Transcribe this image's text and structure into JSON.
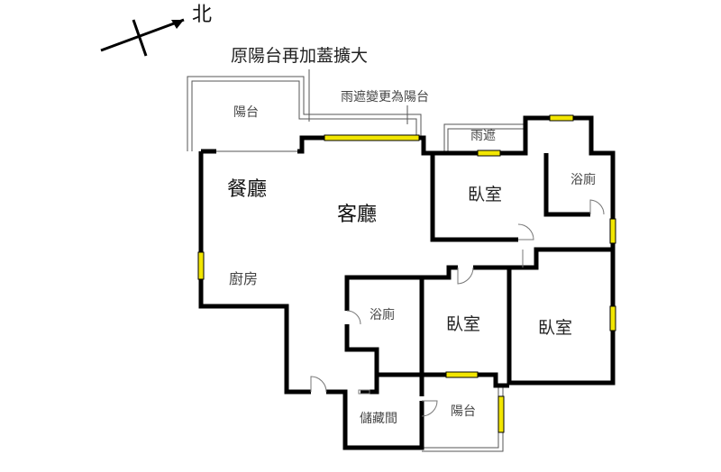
{
  "compass": {
    "north_label": "北"
  },
  "notes": {
    "balcony_extension": "原陽台再加蓋擴大",
    "rain_cover_change": "雨遮變更為陽台"
  },
  "rooms": {
    "balcony_top": "陽台",
    "dining": "餐廳",
    "living": "客廳",
    "kitchen": "廚房",
    "rain_cover": "雨遮",
    "bedroom_top": "臥室",
    "bath_top": "浴廁",
    "bath_lower": "浴廁",
    "bedroom_middle": "臥室",
    "bedroom_right": "臥室",
    "storage": "儲藏間",
    "balcony_lower": "陽台"
  },
  "colors": {
    "wall": "#000000",
    "window": "#f2e600",
    "thin_line": "#555555"
  }
}
